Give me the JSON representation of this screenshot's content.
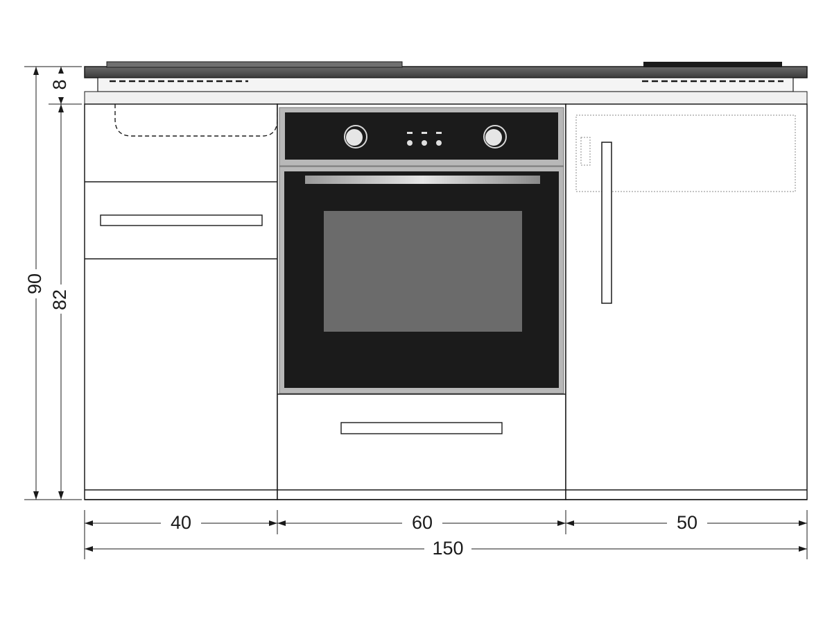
{
  "dimensions": {
    "total_height": "90",
    "counter_height": "8",
    "cabinet_height": "82",
    "widths": [
      "40",
      "60",
      "50"
    ],
    "total_width": "150"
  },
  "colors": {
    "line": "#1a1a1a",
    "countertop": "#4a4a4a",
    "oven_body": "#1b1b1b",
    "oven_frame": "#b8b8b8",
    "oven_window": "#6b6b6b",
    "cabinet": "#ffffff"
  }
}
